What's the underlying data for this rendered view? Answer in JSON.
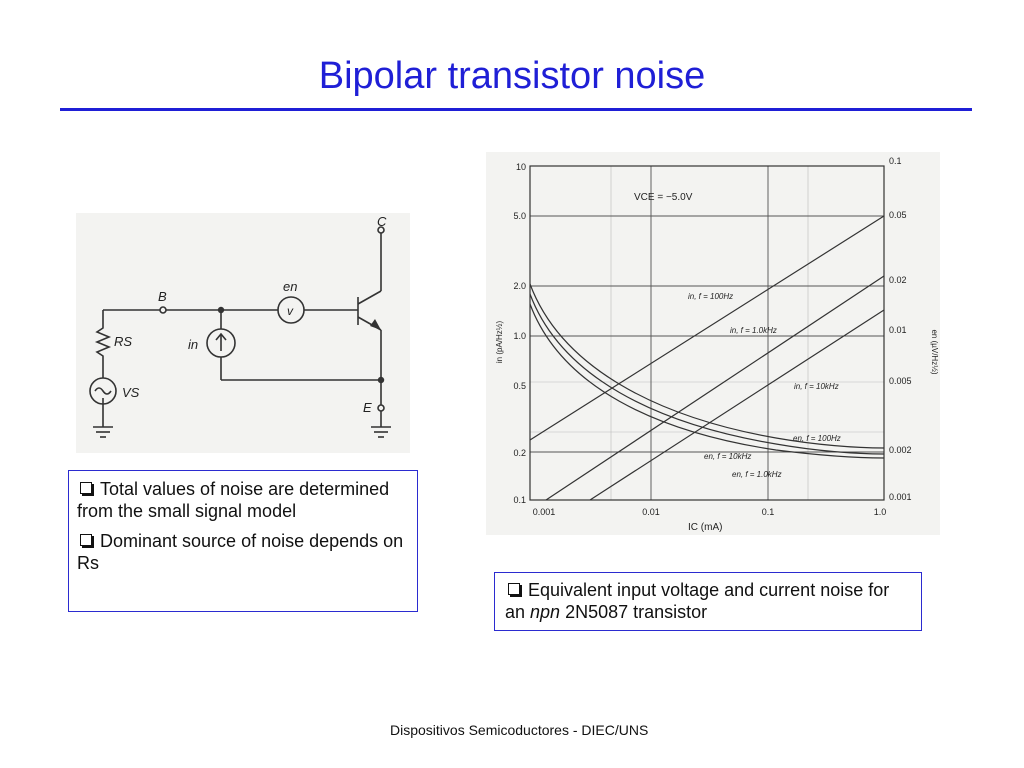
{
  "slide": {
    "title": "Bipolar transistor noise",
    "footer": "Dispositivos Semicoductores - DIEC/UNS"
  },
  "bullets_left": [
    "Total values of noise are determined from the small signal model",
    "Dominant source of noise depends on Rs"
  ],
  "caption": {
    "before": "Equivalent input voltage and current noise for an ",
    "italic": "npn",
    "after": " 2N5087 transistor"
  },
  "circuit": {
    "label_c": "C",
    "label_b": "B",
    "label_e": "E",
    "label_rs": "RS",
    "label_vs": "VS",
    "label_en": "en",
    "label_in": "in",
    "meter_symbol": "v"
  },
  "graph": {
    "vce": "VCE = −5.0V",
    "x_label": "IC (mA)",
    "y_left_label": "in (pA/Hz½)",
    "y_right_label": "en (µV/Hz½)",
    "x_ticks": [
      "0.001",
      "0.01",
      "0.1",
      "1.0"
    ],
    "y_left_ticks": [
      "10",
      "5.0",
      "2.0",
      "1.0",
      "0.5",
      "0.2",
      "0.1"
    ],
    "y_right_ticks": [
      "0.1",
      "0.05",
      "0.02",
      "0.01",
      "0.005",
      "0.002",
      "0.001"
    ],
    "curve_labels": [
      "in, f = 100Hz",
      "in, f = 1.0kHz",
      "in, f = 10kHz",
      "en, f = 100Hz",
      "en, f = 10kHz",
      "en, f = 1.0kHz"
    ]
  }
}
